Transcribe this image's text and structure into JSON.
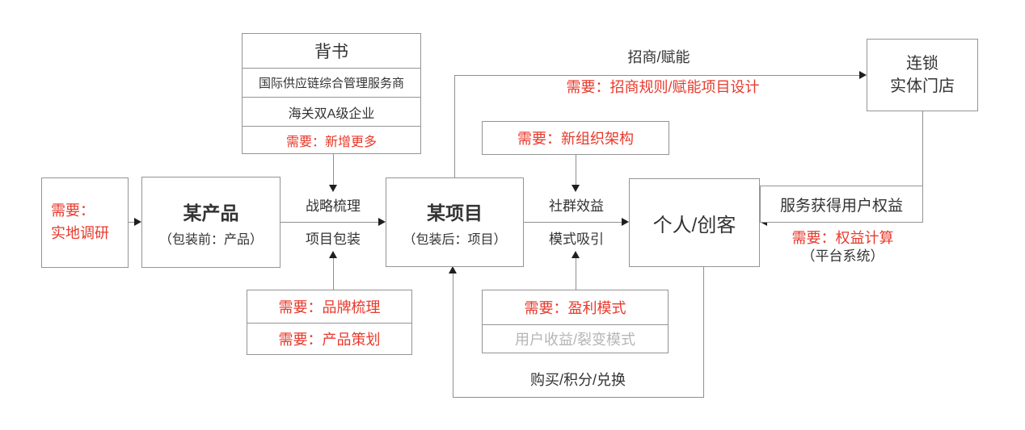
{
  "colors": {
    "accent_red": "#e8392c",
    "border_gray": "#949494",
    "line_gray": "#8f8f8f",
    "text_dark": "#333333",
    "text_muted": "#b5b5b5"
  },
  "nodes": {
    "endorsement": {
      "title": "背书",
      "row1": "国际供应链综合管理服务商",
      "row2": "海关双A级企业",
      "need": "需要：新增更多"
    },
    "field_survey": {
      "line1": "需要：",
      "line2": "实地调研"
    },
    "product": {
      "title": "某产品",
      "subtitle": "（包装前：产品）"
    },
    "project": {
      "title": "某项目",
      "subtitle": "（包装后：项目）"
    },
    "person": {
      "title": "个人/创客"
    },
    "chain_store": {
      "line1": "连锁",
      "line2": "实体门店"
    },
    "new_org": {
      "label": "需要：新组织架构"
    },
    "brand": {
      "label": "需要：品牌梳理"
    },
    "product_planning": {
      "label": "需要：产品策划"
    },
    "profit": {
      "label": "需要：盈利模式"
    },
    "user_income": {
      "label": "用户收益/裂变模式"
    },
    "service_rights": {
      "label": "服务获得用户权益"
    }
  },
  "edges": {
    "strategy": {
      "top": "战略梳理",
      "bottom": "项目包装"
    },
    "community": {
      "top": "社群效益",
      "bottom": "模式吸引"
    },
    "attract": {
      "label": "招商/赋能",
      "need": "需要：招商规则/赋能项目设计"
    },
    "service": {
      "need": "需要：权益计算",
      "note": "（平台系统）"
    },
    "purchase": {
      "label": "购买/积分/兑换"
    }
  }
}
